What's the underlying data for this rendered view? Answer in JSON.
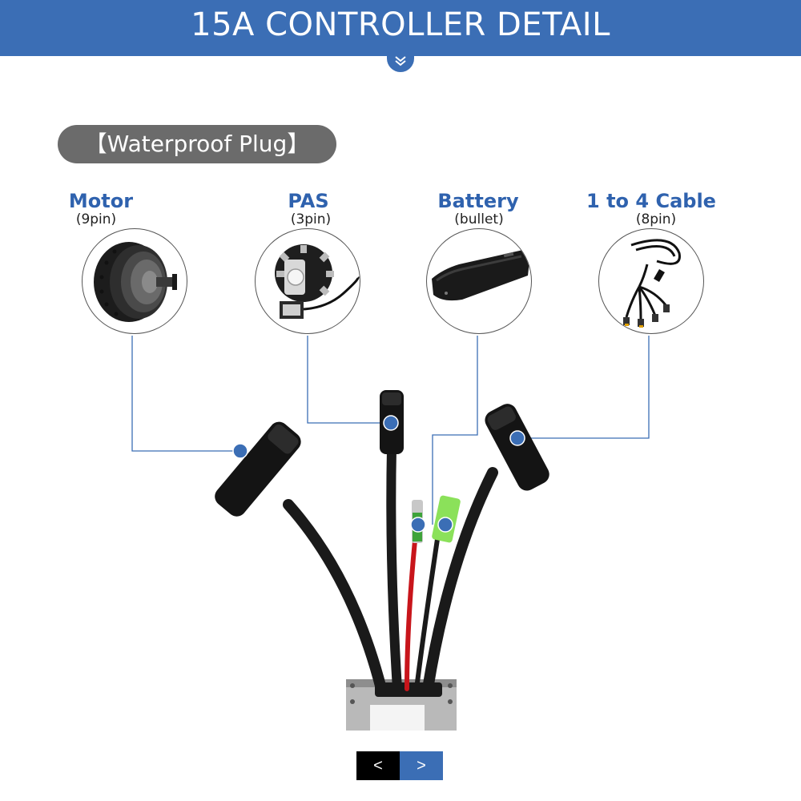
{
  "header": {
    "title": "15A CONTROLLER DETAIL"
  },
  "section": {
    "pill_label": "【Waterproof  Plug】"
  },
  "items": [
    {
      "label": "Motor",
      "sub": "(9pin)",
      "icon": "hub-motor-icon"
    },
    {
      "label": "PAS",
      "sub": "(3pin)",
      "icon": "pas-sensor-icon"
    },
    {
      "label": "Battery",
      "sub": "(bullet)",
      "icon": "battery-icon"
    },
    {
      "label": "1 to 4 Cable",
      "sub": "(8pin)",
      "icon": "cable-icon"
    }
  ],
  "nav": {
    "prev_label": "<",
    "next_label": ">"
  },
  "colors": {
    "accent": "#3b6eb5",
    "label_blue": "#2f62ae",
    "pill_gray": "#6b6b6b"
  }
}
